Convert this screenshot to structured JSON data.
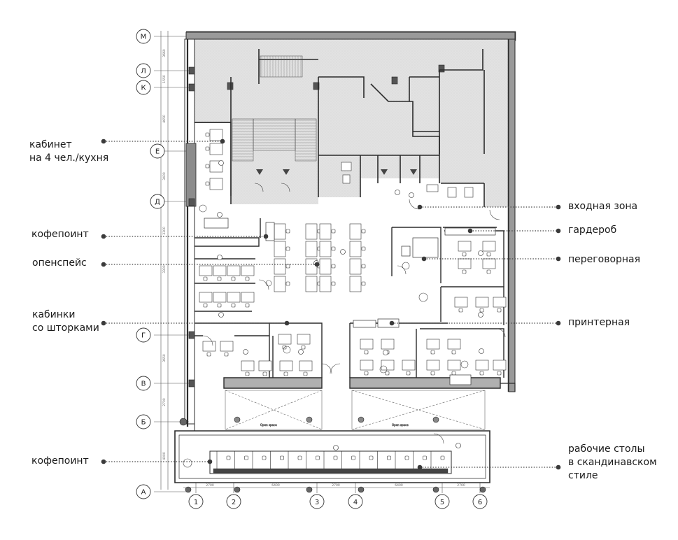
{
  "callouts_left": [
    {
      "id": "office4",
      "lines": [
        "кабинет",
        "на 4 чел./кухня"
      ]
    },
    {
      "id": "coffee1",
      "lines": [
        "кофепоинт"
      ]
    },
    {
      "id": "openspace",
      "lines": [
        "опенспейс"
      ]
    },
    {
      "id": "booths",
      "lines": [
        "кабинки",
        "со шторками"
      ]
    },
    {
      "id": "coffee2",
      "lines": [
        "кофепоинт"
      ]
    }
  ],
  "callouts_right": [
    {
      "id": "entry",
      "lines": [
        "входная зона"
      ]
    },
    {
      "id": "wardrobe",
      "lines": [
        "гардероб"
      ]
    },
    {
      "id": "meeting",
      "lines": [
        "переговорная"
      ]
    },
    {
      "id": "printer",
      "lines": [
        "принтерная"
      ]
    },
    {
      "id": "scandi",
      "lines": [
        "рабочие столы",
        "в скандинавском",
        "стиле"
      ]
    }
  ],
  "grid_rows": [
    "М",
    "Л",
    "К",
    "Е",
    "Д",
    "Г",
    "В",
    "Б",
    "А"
  ],
  "grid_cols": [
    "1",
    "2",
    "3",
    "4",
    "5",
    "6"
  ],
  "dims_vertical": [
    "3660",
    "1550",
    "4650",
    "3400",
    "3300",
    "3300",
    "3650",
    "2700",
    "4000"
  ],
  "dims_horizontal": [
    "2700",
    "6400",
    "2700",
    "6400",
    "2700"
  ],
  "area_labels": [
    "Open space",
    "Open space"
  ],
  "colors": {
    "line": "#2b2b2b",
    "hatch": "#d9d9d9",
    "leader": "#444444",
    "dot": "#3a3a3a"
  }
}
